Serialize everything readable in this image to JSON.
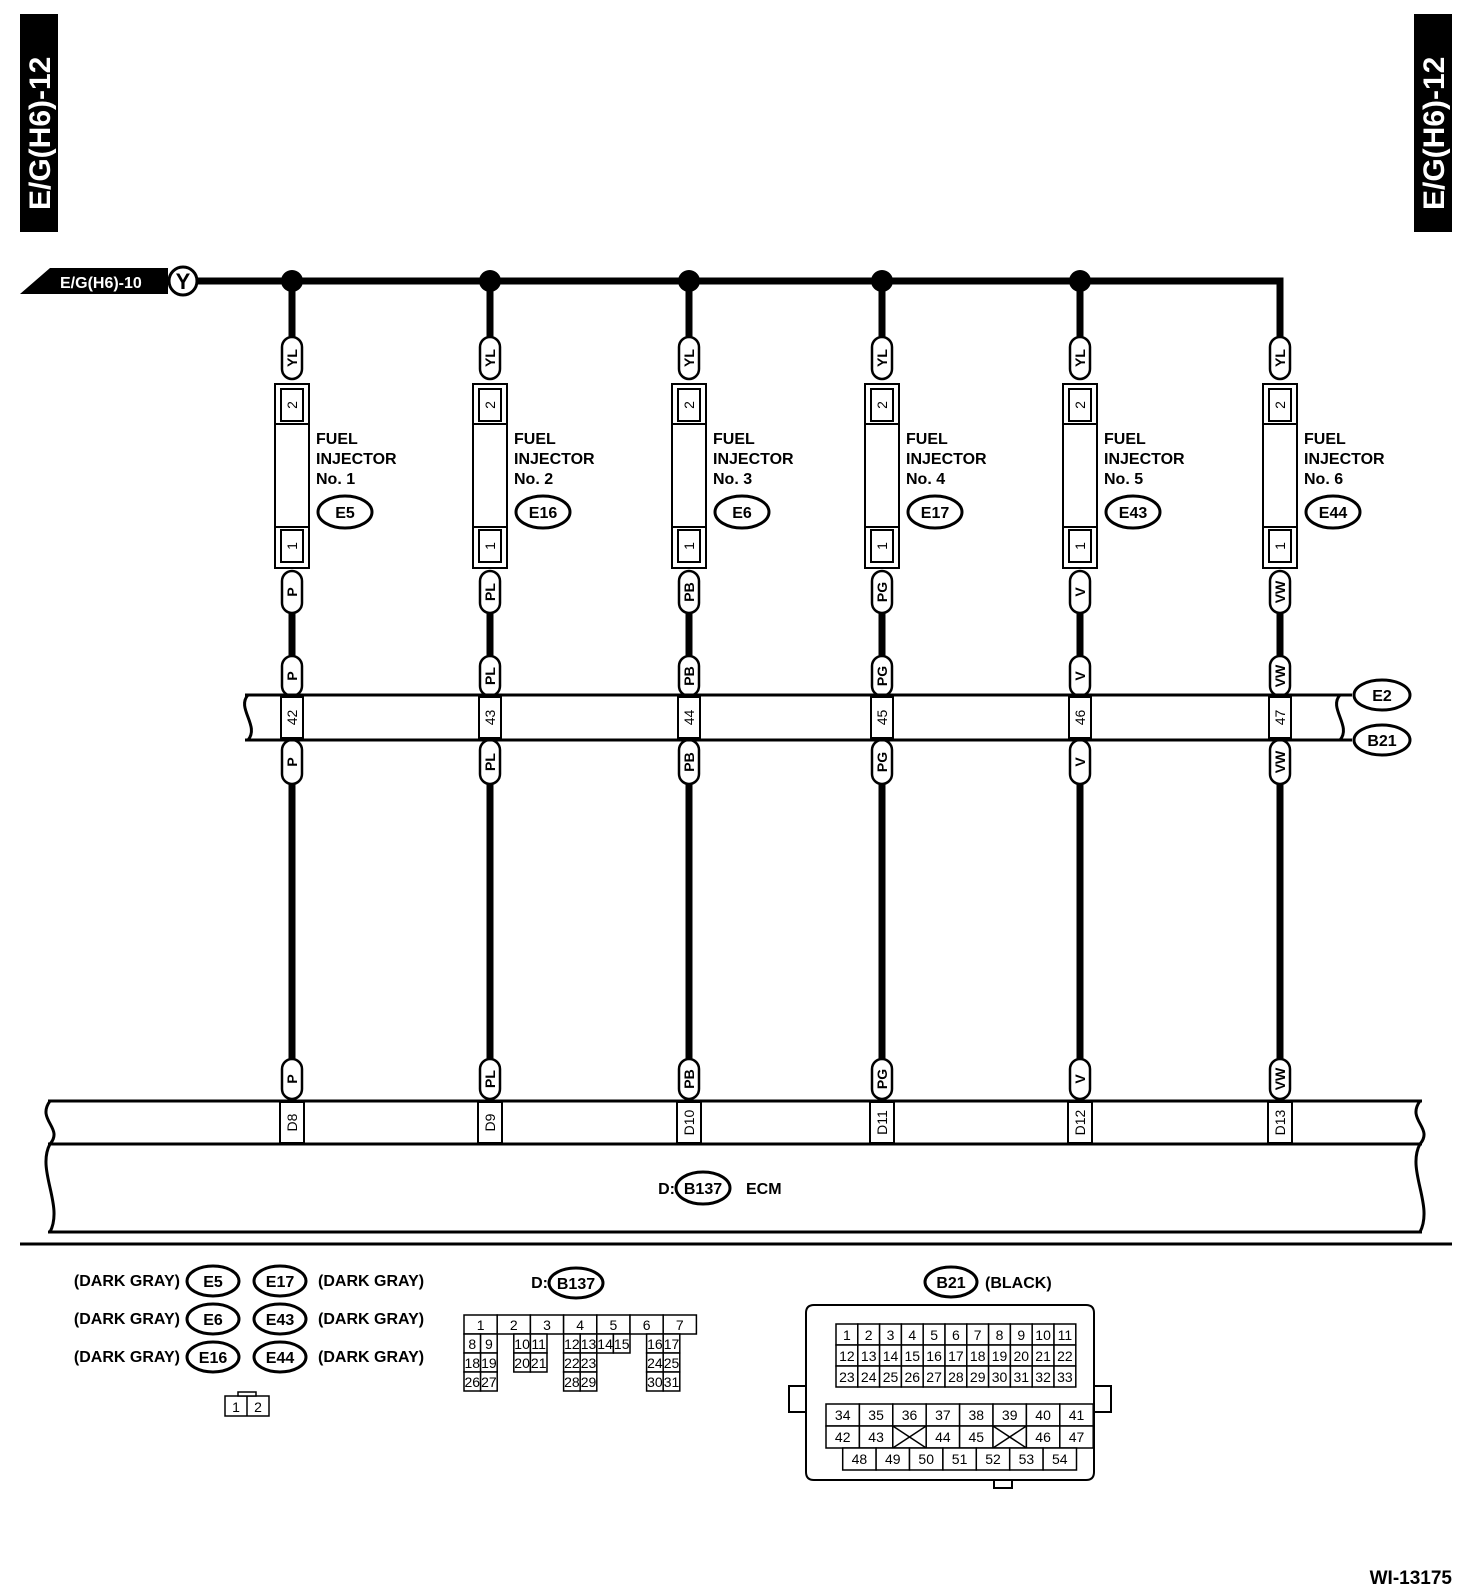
{
  "page_code": "E/G(H6)-12",
  "source": {
    "ref": "E/G(H6)-10",
    "wire_marker": "Y"
  },
  "injectors": [
    {
      "title": "FUEL INJECTOR",
      "number": "No. 1",
      "connector": "E5",
      "top_color": "YL",
      "pin_top": "2",
      "pin_bottom": "1",
      "signal_color": "P",
      "joint_pin": "42",
      "ecm_pin": "D8"
    },
    {
      "title": "FUEL INJECTOR",
      "number": "No. 2",
      "connector": "E16",
      "top_color": "YL",
      "pin_top": "2",
      "pin_bottom": "1",
      "signal_color": "PL",
      "joint_pin": "43",
      "ecm_pin": "D9"
    },
    {
      "title": "FUEL INJECTOR",
      "number": "No. 3",
      "connector": "E6",
      "top_color": "YL",
      "pin_top": "2",
      "pin_bottom": "1",
      "signal_color": "PB",
      "joint_pin": "44",
      "ecm_pin": "D10"
    },
    {
      "title": "FUEL INJECTOR",
      "number": "No. 4",
      "connector": "E17",
      "top_color": "YL",
      "pin_top": "2",
      "pin_bottom": "1",
      "signal_color": "PG",
      "joint_pin": "45",
      "ecm_pin": "D11"
    },
    {
      "title": "FUEL INJECTOR",
      "number": "No. 5",
      "connector": "E43",
      "top_color": "YL",
      "pin_top": "2",
      "pin_bottom": "1",
      "signal_color": "V",
      "joint_pin": "46",
      "ecm_pin": "D12"
    },
    {
      "title": "FUEL INJECTOR",
      "number": "No. 6",
      "connector": "E44",
      "top_color": "YL",
      "pin_top": "2",
      "pin_bottom": "1",
      "signal_color": "VW",
      "joint_pin": "47",
      "ecm_pin": "D13"
    }
  ],
  "joint": {
    "connectors": [
      "E2",
      "B21"
    ]
  },
  "ecm": {
    "prefix": "D:",
    "connector": "B137",
    "label": "ECM"
  },
  "legend": {
    "injector_connectors": [
      {
        "id": "E5",
        "color": "(DARK GRAY)"
      },
      {
        "id": "E6",
        "color": "(DARK GRAY)"
      },
      {
        "id": "E16",
        "color": "(DARK GRAY)"
      },
      {
        "id": "E17",
        "color": "(DARK GRAY)"
      },
      {
        "id": "E43",
        "color": "(DARK GRAY)"
      },
      {
        "id": "E44",
        "color": "(DARK GRAY)"
      }
    ],
    "injector_pins": [
      "1",
      "2"
    ],
    "ecm_connector": {
      "prefix": "D:",
      "id": "B137",
      "rows": [
        [
          "1",
          "2",
          "3",
          "4",
          "5",
          "6",
          "7"
        ],
        [
          "8",
          "9",
          "10",
          "11",
          "12",
          "13",
          "14",
          "15",
          "16",
          "17"
        ],
        [
          "18",
          "19",
          "20",
          "21",
          "22",
          "23",
          "24",
          "25"
        ],
        [
          "26",
          "27",
          "28",
          "29",
          "30",
          "31"
        ]
      ]
    },
    "b21_connector": {
      "id": "B21",
      "color": "(BLACK)",
      "upper_rows": [
        [
          "1",
          "2",
          "3",
          "4",
          "5",
          "6",
          "7",
          "8",
          "9",
          "10",
          "11"
        ],
        [
          "12",
          "13",
          "14",
          "15",
          "16",
          "17",
          "18",
          "19",
          "20",
          "21",
          "22"
        ],
        [
          "23",
          "24",
          "25",
          "26",
          "27",
          "28",
          "29",
          "30",
          "31",
          "32",
          "33"
        ]
      ],
      "lower_rows": [
        [
          "34",
          "35",
          "36",
          "37",
          "38",
          "39",
          "40",
          "41"
        ],
        [
          "42",
          "43",
          "",
          "44",
          "45",
          "",
          "46",
          "47"
        ],
        [
          "48",
          "49",
          "50",
          "51",
          "52",
          "53",
          "54"
        ]
      ]
    }
  },
  "figure_id": "WI-13175"
}
